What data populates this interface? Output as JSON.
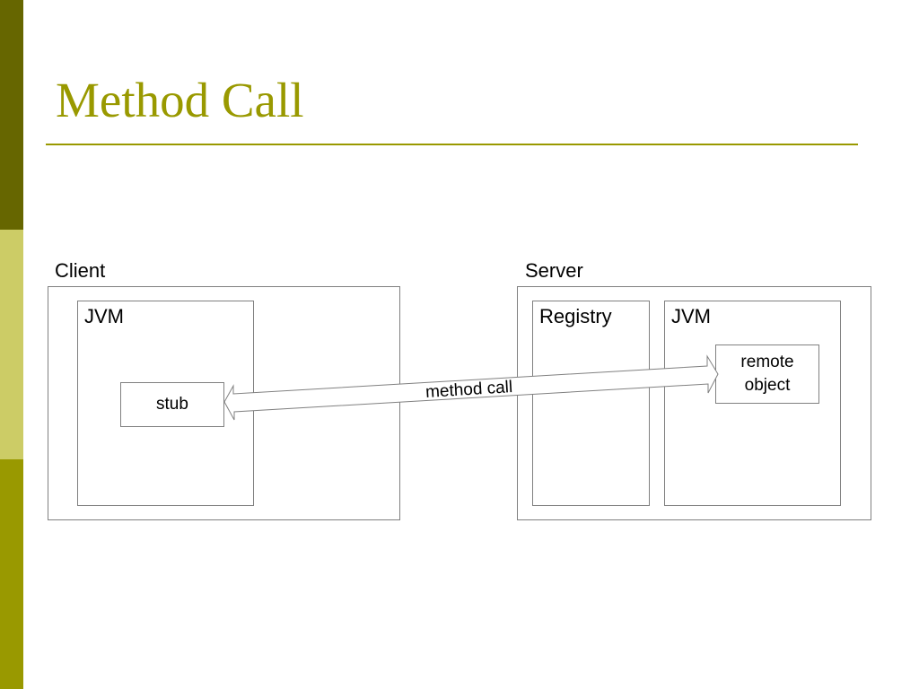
{
  "slide": {
    "title": "Method Call"
  },
  "client": {
    "label": "Client",
    "jvm_label": "JVM",
    "stub_label": "stub"
  },
  "server": {
    "label": "Server",
    "registry_label": "Registry",
    "jvm_label": "JVM",
    "remote_object_label": "remote object"
  },
  "arrow": {
    "label": "method call",
    "type": "double-headed"
  },
  "colors": {
    "accent": "#999900",
    "bar_top": "#666600",
    "bar_mid": "#cccc66",
    "bar_bottom": "#999900",
    "box_border": "#808080"
  }
}
